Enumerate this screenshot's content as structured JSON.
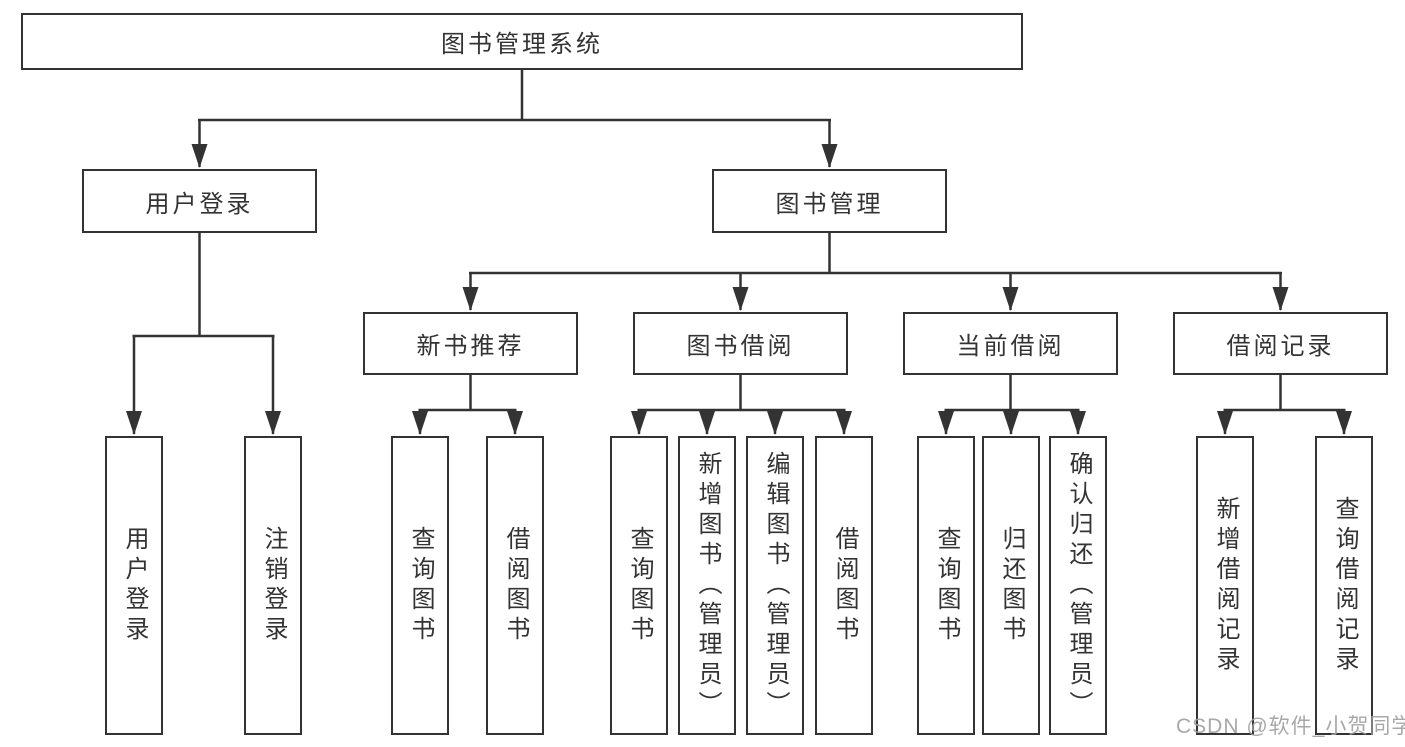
{
  "diagram": {
    "root": {
      "label": "图书管理系统"
    },
    "branches": [
      {
        "label": "用户登录",
        "children": [
          {
            "label": "用户登录"
          },
          {
            "label": "注销登录"
          }
        ]
      },
      {
        "label": "图书管理",
        "children": [
          {
            "label": "新书推荐",
            "children": [
              {
                "label": "查询图书"
              },
              {
                "label": "借阅图书"
              }
            ]
          },
          {
            "label": "图书借阅",
            "children": [
              {
                "label": "查询图书"
              },
              {
                "label": "新增图书（管理员）"
              },
              {
                "label": "编辑图书（管理员）"
              },
              {
                "label": "借阅图书"
              }
            ]
          },
          {
            "label": "当前借阅",
            "children": [
              {
                "label": "查询图书"
              },
              {
                "label": "归还图书"
              },
              {
                "label": "确认归还（管理员）"
              }
            ]
          },
          {
            "label": "借阅记录",
            "children": [
              {
                "label": "新增借阅记录"
              },
              {
                "label": "查询借阅记录"
              }
            ]
          }
        ]
      }
    ]
  },
  "watermark": {
    "text": "CSDN @软件_小贺同学"
  },
  "colors": {
    "line": "#333333",
    "border": "#333333",
    "text": "#333333",
    "watermark": "#9e9e9e",
    "background": "#ffffff"
  }
}
